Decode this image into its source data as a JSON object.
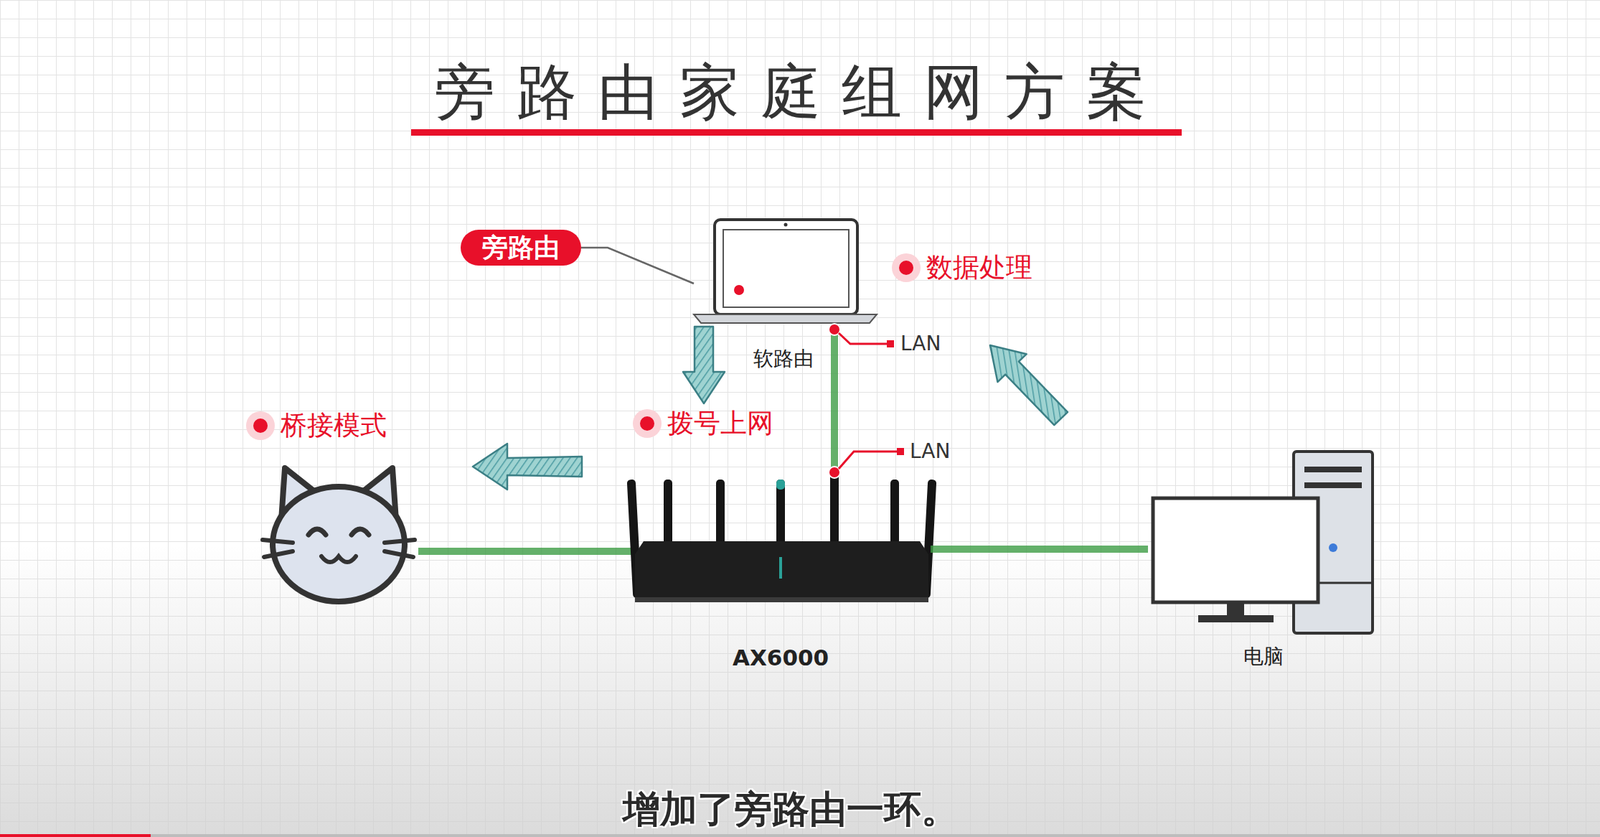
{
  "diagram": {
    "title": "旁路由家庭组网方案",
    "caption": "增加了旁路由一环。",
    "nodes": [
      {
        "text": [
          "旁路由"
        ]
      },
      {
        "text": [
          "软路由"
        ]
      },
      {
        "text": [
          "AX6000"
        ]
      },
      {
        "text": [
          "电脑"
        ]
      }
    ],
    "edges": [
      {
        "from": 0,
        "to": 1,
        "arrow": "none"
      },
      {
        "from": 1,
        "to": 2,
        "arrow": "none"
      },
      {
        "from": 2,
        "to": 3,
        "arrow": "none"
      }
    ],
    "labels": [
      "数据处理",
      "LAN",
      "桥接模式",
      "拨号上网",
      "LAN"
    ]
  }
}
